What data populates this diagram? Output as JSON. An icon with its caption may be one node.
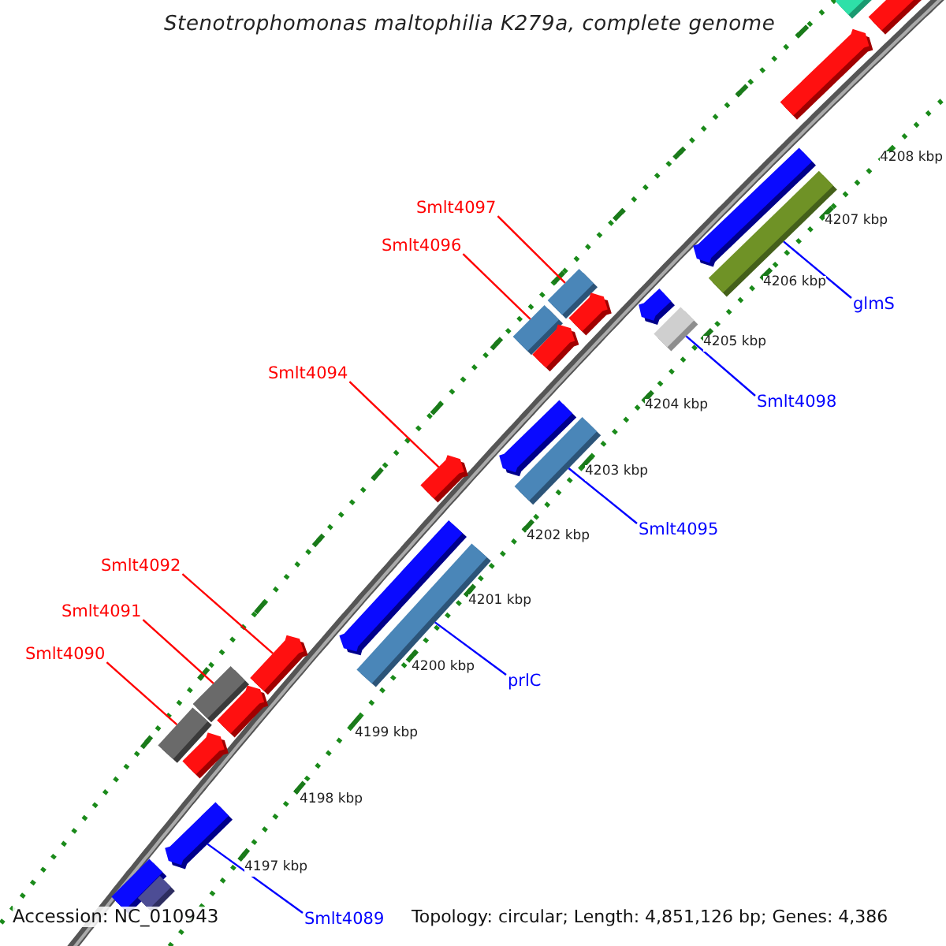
{
  "diagram": {
    "title": "Stenotrophomonas maltophilia K279a, complete genome",
    "nodes": [
      {
        "text": [
          "Smlt4097"
        ]
      },
      {
        "text": [
          "Smlt4096"
        ]
      },
      {
        "text": [
          "glmS"
        ]
      },
      {
        "text": [
          "Smlt4098"
        ]
      },
      {
        "text": [
          "Smlt4094"
        ]
      },
      {
        "text": [
          "Smlt4095"
        ]
      },
      {
        "text": [
          "Smlt4092"
        ]
      },
      {
        "text": [
          "Smlt4091"
        ]
      },
      {
        "text": [
          "prlC"
        ]
      },
      {
        "text": [
          "Smlt4090"
        ]
      },
      {
        "text": [
          "Smlt4089"
        ]
      },
      {
        "text": [],
        "shape": "bar"
      },
      {
        "text": [],
        "shape": "bar"
      },
      {
        "text": [],
        "shape": "bar"
      },
      {
        "text": [],
        "shape": "bar"
      },
      {
        "text": [],
        "shape": "arrow"
      },
      {
        "text": [],
        "shape": "bar"
      },
      {
        "text": [],
        "shape": "arrow"
      },
      {
        "text": [],
        "shape": "bar"
      },
      {
        "text": [],
        "shape": "bar"
      },
      {
        "text": [],
        "shape": "bar"
      },
      {
        "text": [],
        "shape": "arrow"
      },
      {
        "text": [],
        "shape": "arrow"
      },
      {
        "text": [],
        "shape": "bar"
      },
      {
        "text": [],
        "shape": "bar"
      },
      {
        "text": [],
        "shape": "arrow"
      },
      {
        "text": [],
        "shape": "arrow"
      },
      {
        "text": [],
        "shape": "arrow"
      },
      {
        "text": [],
        "shape": "arrow"
      },
      {
        "text": [],
        "shape": "arrow"
      },
      {
        "text": [],
        "shape": "arrow"
      },
      {
        "text": [],
        "shape": "arrow"
      },
      {
        "text": [],
        "shape": "arrow"
      },
      {
        "text": [],
        "shape": "bar"
      },
      {
        "text": [],
        "shape": "bar"
      }
    ],
    "edges": [
      {
        "from": 0,
        "to": 11,
        "arrow": "none"
      },
      {
        "from": 1,
        "to": 12,
        "arrow": "none"
      },
      {
        "from": 2,
        "to": 13,
        "arrow": "none",
        "color": "#0000ff"
      },
      {
        "from": 3,
        "to": 14,
        "arrow": "none",
        "color": "#0000ff"
      },
      {
        "from": 4,
        "to": 15,
        "arrow": "none"
      },
      {
        "from": 5,
        "to": 16,
        "arrow": "none",
        "color": "#0000ff"
      },
      {
        "from": 6,
        "to": 17,
        "arrow": "none"
      },
      {
        "from": 7,
        "to": 18,
        "arrow": "none"
      },
      {
        "from": 8,
        "to": 19,
        "arrow": "none",
        "color": "#0000ff"
      },
      {
        "from": 9,
        "to": 20,
        "arrow": "none"
      },
      {
        "from": 10,
        "to": 21,
        "arrow": "none",
        "color": "#0000ff"
      }
    ],
    "labels": [
      "4208 kbp",
      "4207 kbp",
      "4206 kbp",
      "4205 kbp",
      "4204 kbp",
      "4203 kbp",
      "4202 kbp",
      "4201 kbp",
      "4200 kbp",
      "4199 kbp",
      "4198 kbp",
      "4197 kbp",
      "Accession: NC_010943",
      "Topology: circular; Length: 4,851,126 bp; Genes: 4,386"
    ]
  }
}
